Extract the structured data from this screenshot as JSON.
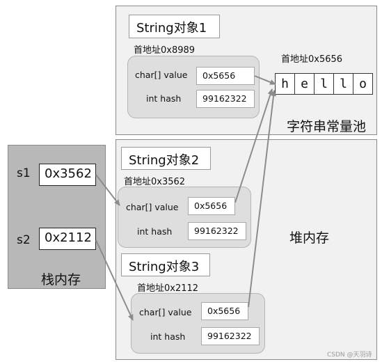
{
  "regions": {
    "pool_label": "字符串常量池",
    "heap_label": "堆内存",
    "stack_label": "栈内存"
  },
  "pool_address_label": "首地址0x5656",
  "pool_chars": [
    "h",
    "e",
    "l",
    "l",
    "o"
  ],
  "objects": [
    {
      "title": "String对象1",
      "address": "首地址0x8989",
      "value_label": "char[] value",
      "value": "0x5656",
      "hash_label": "int hash",
      "hash": "99162322"
    },
    {
      "title": "String对象2",
      "address": "首地址0x3562",
      "value_label": "char[] value",
      "value": "0x5656",
      "hash_label": "int hash",
      "hash": "99162322"
    },
    {
      "title": "String对象3",
      "address": "首地址0x2112",
      "value_label": "char[] value",
      "value": "0x5656",
      "hash_label": "int hash",
      "hash": "99162322"
    }
  ],
  "stack_vars": [
    {
      "name": "s1",
      "value": "0x3562"
    },
    {
      "name": "s2",
      "value": "0x2112"
    }
  ],
  "watermark": "CSDN @天羽诗"
}
